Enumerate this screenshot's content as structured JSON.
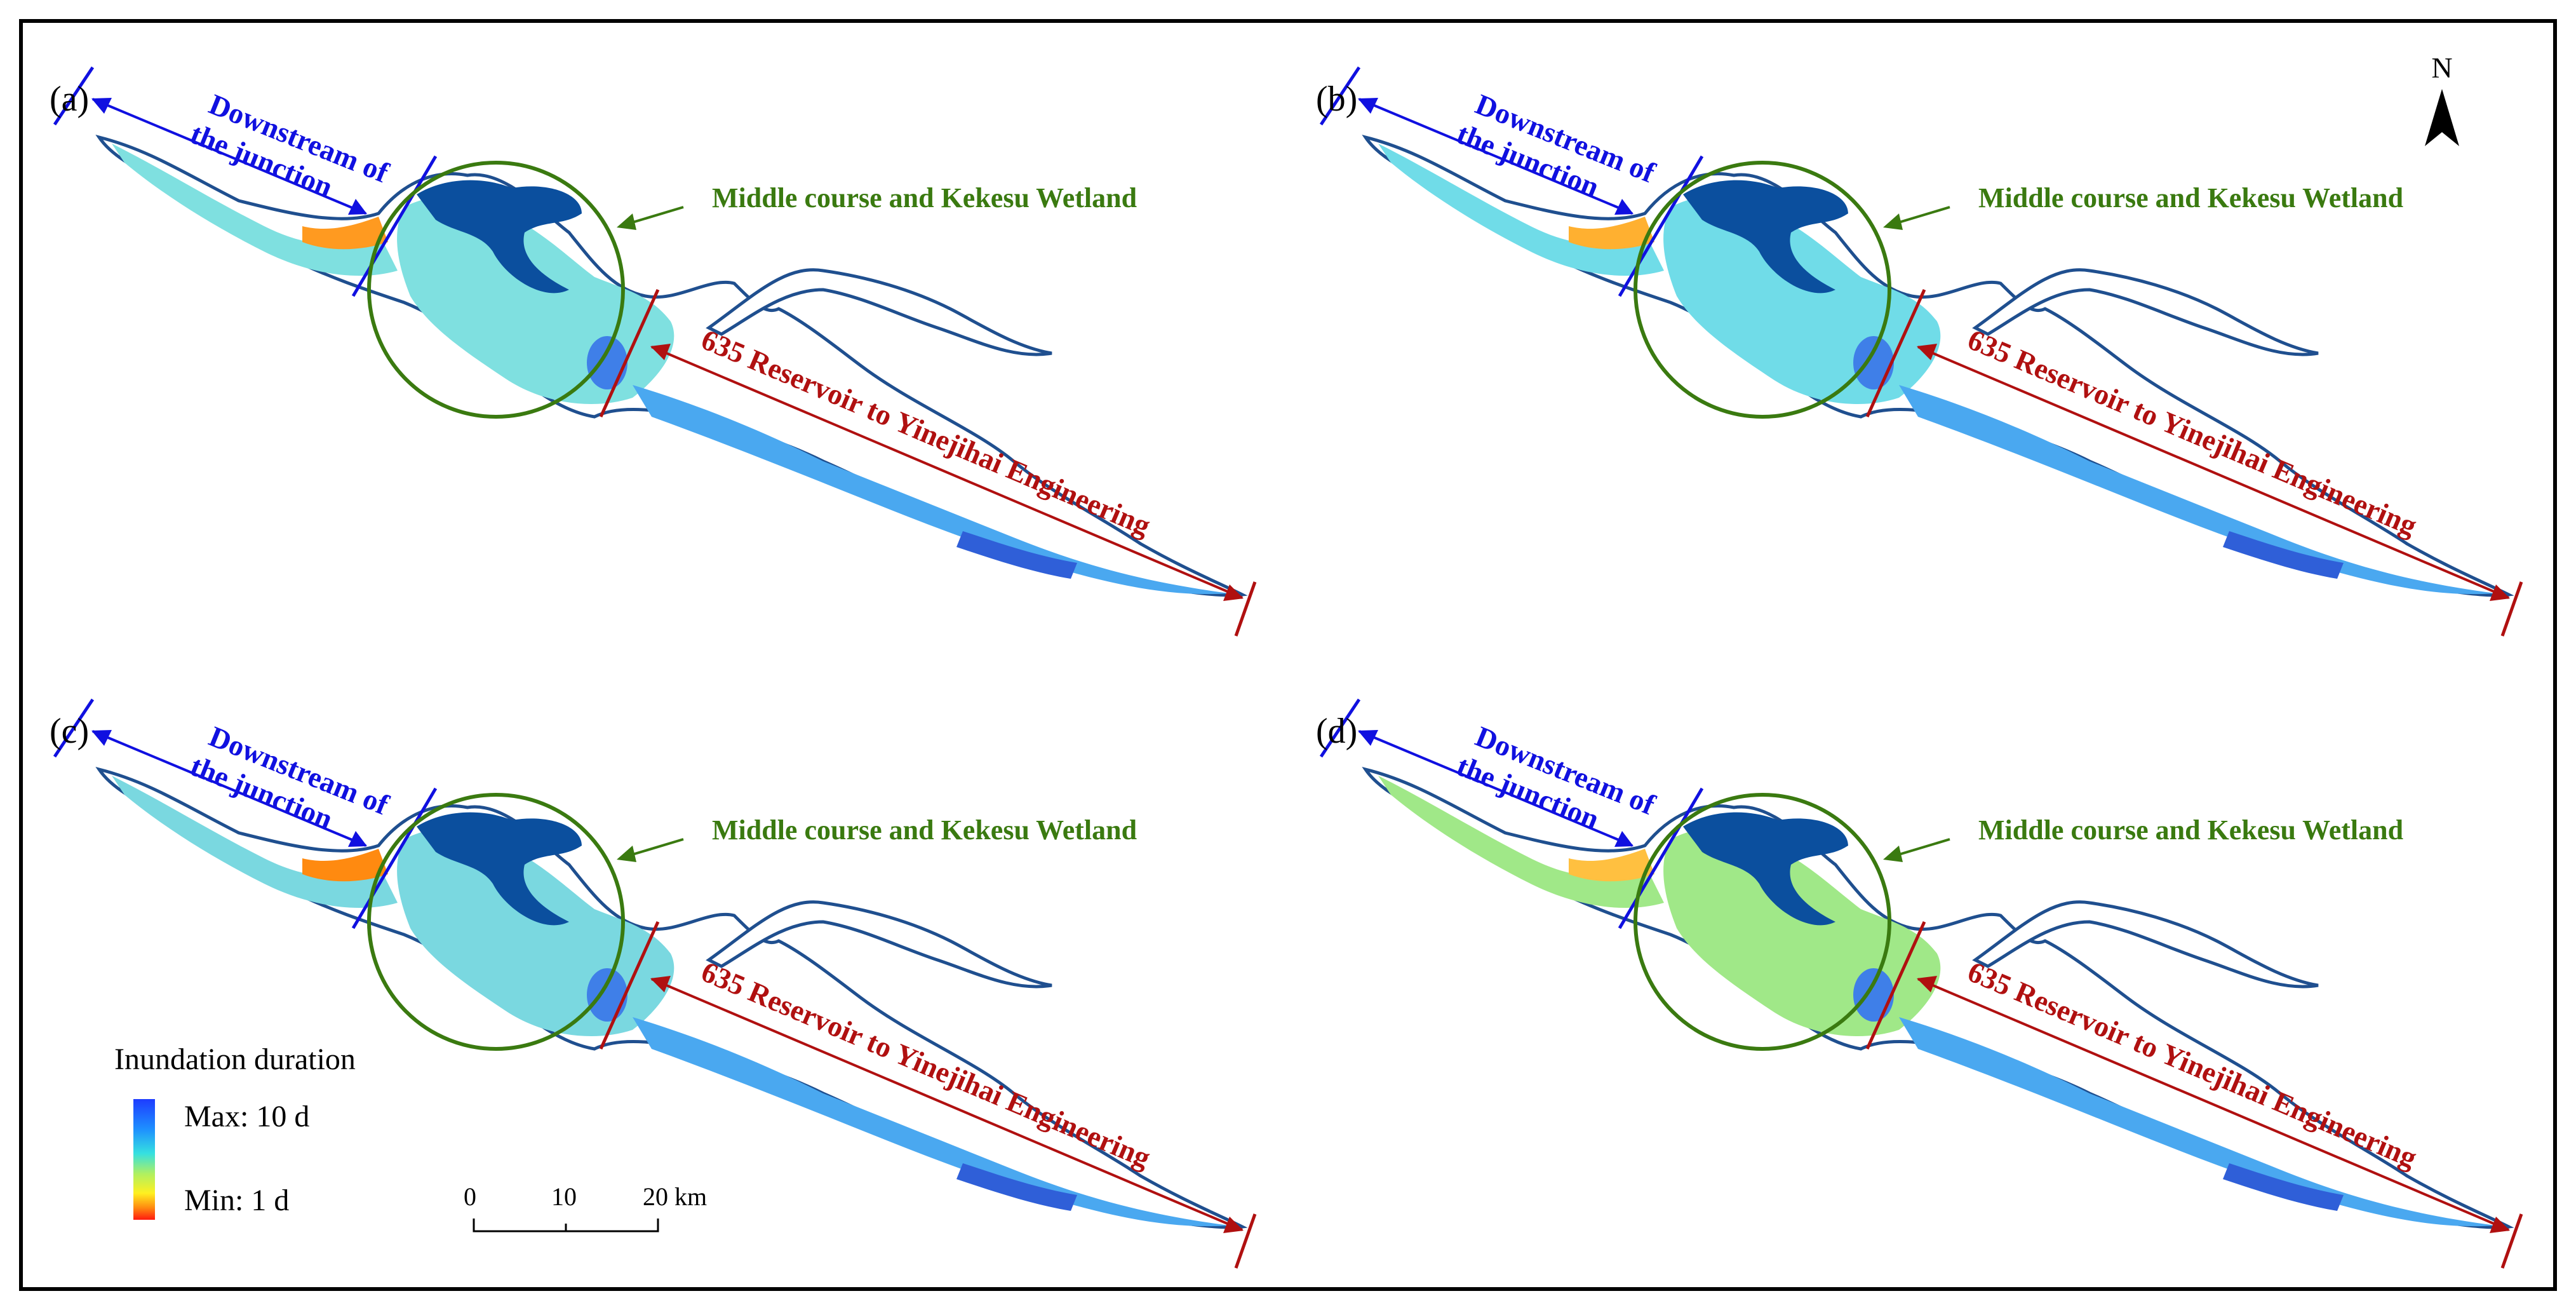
{
  "panels": [
    {
      "id": "a",
      "label": "(a)"
    },
    {
      "id": "b",
      "label": "(b)"
    },
    {
      "id": "c",
      "label": "(c)"
    },
    {
      "id": "d",
      "label": "(d)"
    }
  ],
  "annotations": {
    "downstream_line1": "Downstream of",
    "downstream_line2": "the junction",
    "middle": "Middle course and Kekesu Wetland",
    "reservoir": "635 Reservoir to Yinejihai Engineering"
  },
  "legend": {
    "title": "Inundation duration",
    "max": "Max: 10 d",
    "min": "Min: 1 d"
  },
  "scale_bar": {
    "t0": "0",
    "t1": "10",
    "t2": "20 km"
  },
  "north": "N",
  "colors": {
    "downstream": "#1010e0",
    "middle": "#3a7a10",
    "reservoir": "#b01010",
    "river_outline": "#1f4f8f",
    "deep_water": "#0b4f9e"
  }
}
